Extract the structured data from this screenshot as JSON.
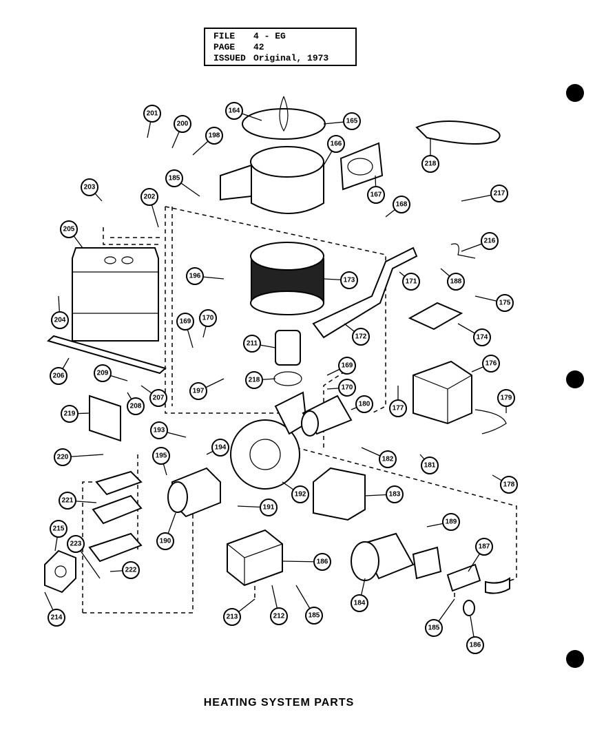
{
  "header": {
    "file_label": "FILE",
    "file_value": "4 - EG",
    "page_label": "PAGE",
    "page_value": "42",
    "issued_label": "ISSUED",
    "issued_value": "Original, 1973"
  },
  "title": "HEATING SYSTEM PARTS",
  "callouts": [
    "201",
    "200",
    "164",
    "165",
    "198",
    "166",
    "218",
    "185",
    "167",
    "168",
    "217",
    "203",
    "202",
    "205",
    "216",
    "196",
    "173",
    "171",
    "188",
    "175",
    "204",
    "169",
    "170",
    "172",
    "174",
    "211",
    "206",
    "209",
    "169",
    "170",
    "176",
    "197",
    "218",
    "208",
    "207",
    "180",
    "177",
    "179",
    "219",
    "193",
    "182",
    "181",
    "220",
    "195",
    "194",
    "178",
    "192",
    "183",
    "221",
    "191",
    "215",
    "190",
    "189",
    "187",
    "223",
    "222",
    "186",
    "184",
    "214",
    "213",
    "212",
    "185",
    "185",
    "186"
  ]
}
